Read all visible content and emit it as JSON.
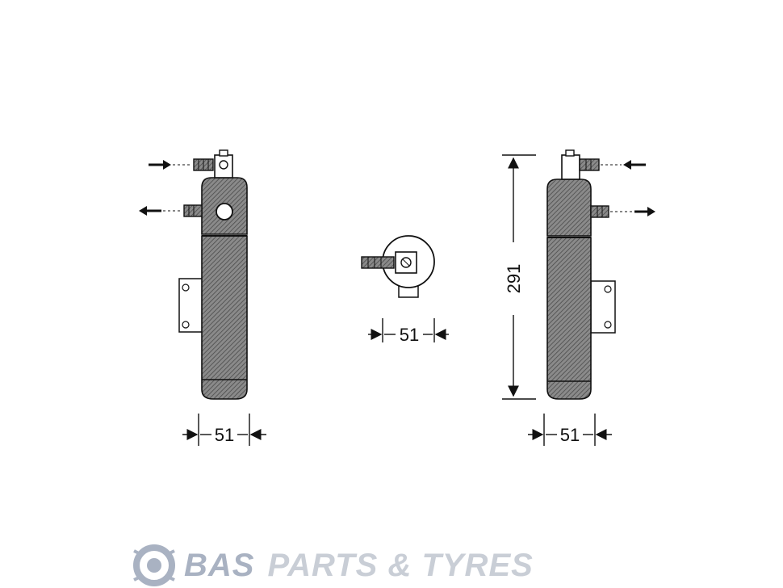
{
  "drawing": {
    "dimensions": {
      "left_width": "51",
      "center_width": "51",
      "right_width": "51",
      "height": "291"
    }
  },
  "footer": {
    "brand_strong": "BAS",
    "brand_rest": "PARTS & TYRES"
  },
  "colors": {
    "line": "#111111",
    "hatch": "#666666",
    "logo_primary": "#a9b2c2",
    "logo_secondary": "#c9ced6"
  },
  "icons": {
    "logo": "bas-ring-logo-icon",
    "arrow": "flow-arrow-icon"
  }
}
